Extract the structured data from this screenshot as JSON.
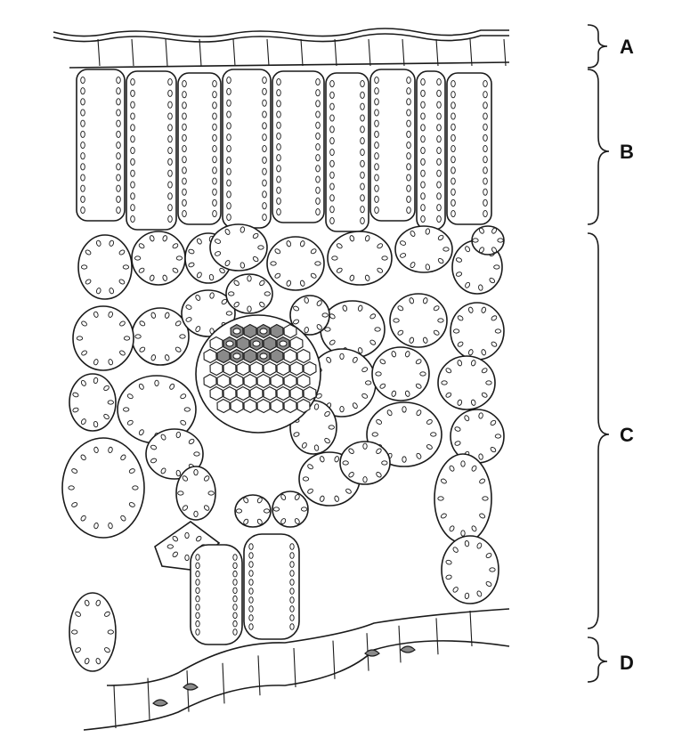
{
  "figure": {
    "labels": [
      {
        "key": "A",
        "text": "A"
      },
      {
        "key": "B",
        "text": "B"
      },
      {
        "key": "C",
        "text": "C"
      },
      {
        "key": "D",
        "text": "D"
      }
    ]
  },
  "colors": {
    "outline": "#1a1a1a",
    "background": "#ffffff",
    "shaded": "#8a8a8a"
  }
}
